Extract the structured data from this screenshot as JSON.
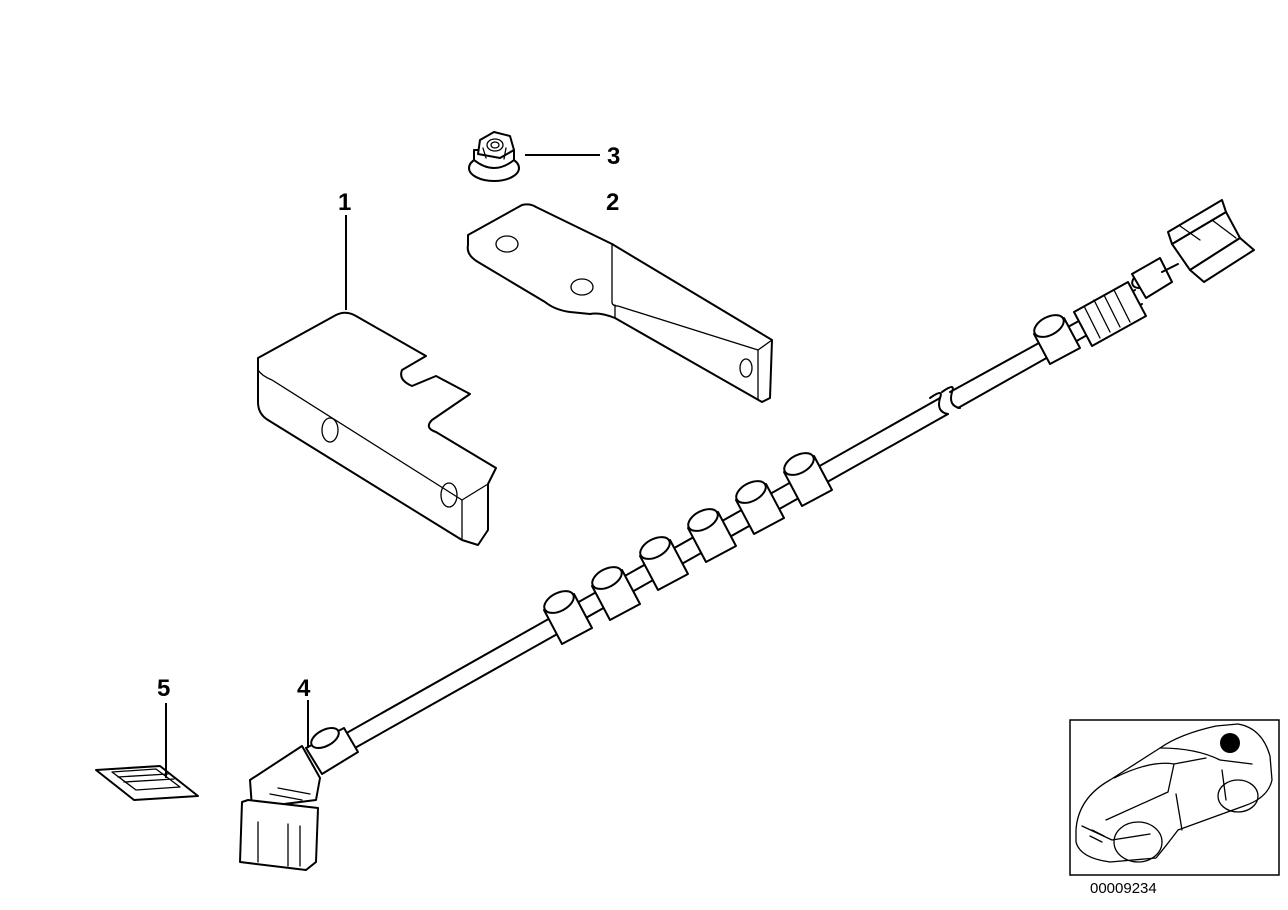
{
  "diagram_id": "00009234",
  "callouts": [
    {
      "number": "1",
      "part": "bracket-1"
    },
    {
      "number": "2",
      "part": "bracket-2"
    },
    {
      "number": "3",
      "part": "hex-nut"
    },
    {
      "number": "4",
      "part": "wiring-harness"
    },
    {
      "number": "5",
      "part": "label"
    }
  ],
  "inset": {
    "icon": "car-locator-icon",
    "marker": "position-marker-dot"
  }
}
